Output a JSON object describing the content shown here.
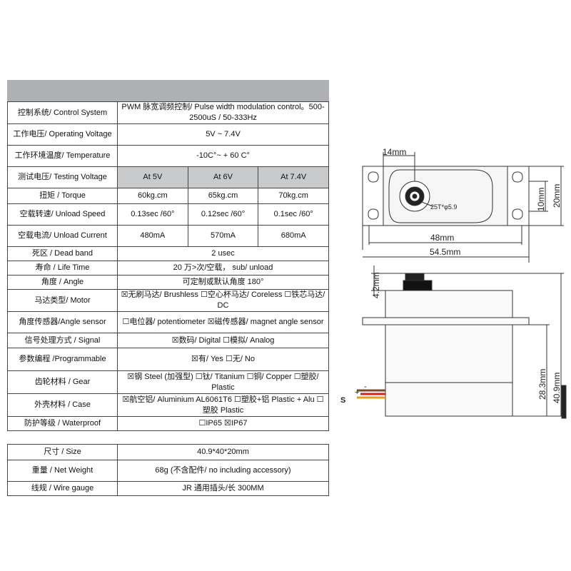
{
  "specs": [
    {
      "label": "控制系统/ Control System",
      "value": "PWM 脉宽调频控制/ Pulse width modulation control。500-2500uS / 50-333Hz"
    },
    {
      "label": "工作电压/ Operating Voltage",
      "value": "5V ~ 7.4V"
    },
    {
      "label": "工作环境温度/ Temperature",
      "value": "-10C°~ + 60 C°"
    },
    {
      "label": "测试电压/ Testing Voltage",
      "values": [
        "At 5V",
        "At 6V",
        "At 7.4V"
      ]
    },
    {
      "label": "扭矩 / Torque",
      "values": [
        "60kg.cm",
        "65kg.cm",
        "70kg.cm"
      ]
    },
    {
      "label": "空载转速/ Unload Speed",
      "values": [
        "0.13sec /60°",
        "0.12sec /60°",
        "0.1sec /60°"
      ]
    },
    {
      "label": "空载电流/ Unload Current",
      "values": [
        "480mA",
        "570mA",
        "680mA"
      ]
    },
    {
      "label": "死区 / Dead band",
      "value": "2 usec"
    },
    {
      "label": "寿命 / Life Time",
      "value": "20 万>次/空载， sub/ unload"
    },
    {
      "label": "角度 / Angle",
      "value": "可定制或默认角度 180°"
    },
    {
      "label": "马达类型/ Motor",
      "value": "☒无刷马达/ Brushless ☐空心杯马达/ Coreless ☐铁芯马达/ DC"
    },
    {
      "label": "角度传感器/Angle sensor",
      "value": "☐电位器/ potentiometer ☒磁传感器/ magnet angle sensor"
    },
    {
      "label": "信号处理方式 / Signal",
      "value": "☒数码/ Digital ☐模拟/ Analog"
    },
    {
      "label": "参数编程 /Programmable",
      "value": "☒有/ Yes ☐无/ No"
    },
    {
      "label": "齿轮材料 / Gear",
      "value": "☒钢 Steel (加强型) ☐钛/ Titanium ☐铜/ Copper ☐塑胶/ Plastic"
    },
    {
      "label": "外壳材料 / Case",
      "value": "☒航空铝/ Aluminium AL6061T6 ☐塑胶+铝 Plastic + Alu ☐塑胶 Plastic"
    },
    {
      "label": "防护等级 / Waterproof",
      "value": "☐IP65 ☒IP67"
    }
  ],
  "specs2": [
    {
      "label": "尺寸 / Size",
      "value": "40.9*40*20mm"
    },
    {
      "label": "重量 / Net Weight",
      "value": "68g (不含配件/ no including accessory)"
    },
    {
      "label": "线规 / Wire gauge",
      "value": "JR 通用插头/长 300MM"
    }
  ],
  "drawing": {
    "top_width_label": "14mm",
    "gear_label": "25T*φ5.9",
    "height_10": "10mm",
    "height_20": "20mm",
    "width_48": "48mm",
    "width_545": "54.5mm",
    "horn_height": "4.2mm",
    "body_height": "28.3mm",
    "total_height": "40.9mm",
    "signal_label": "S",
    "minus_label": "-",
    "plus_label": "+"
  }
}
